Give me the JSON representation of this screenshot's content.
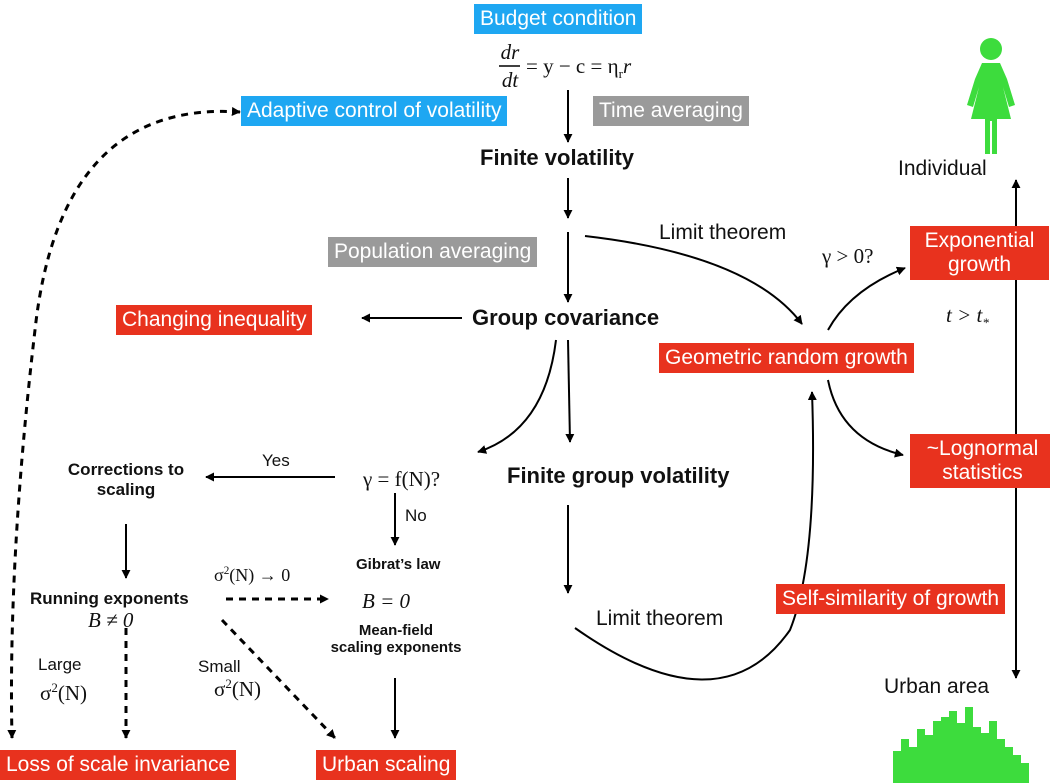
{
  "boxes": {
    "budget_condition": "Budget condition",
    "adaptive_control": "Adaptive control of volatility",
    "time_averaging": "Time averaging",
    "population_averaging": "Population averaging",
    "changing_inequality": "Changing inequality",
    "exponential_growth_1": "Exponential",
    "exponential_growth_2": "growth",
    "geometric_random_growth": "Geometric random growth",
    "lognormal_1": "~Lognormal",
    "lognormal_2": "statistics",
    "self_similarity": "Self-similarity of growth",
    "loss_scale_invariance": "Loss of scale invariance",
    "urban_scaling": "Urban scaling"
  },
  "nodes": {
    "finite_volatility": "Finite volatility",
    "group_covariance": "Group covariance",
    "finite_group_volatility": "Finite group volatility",
    "corrections_1": "Corrections to",
    "corrections_2": "scaling",
    "running_exponents": "Running exponents",
    "gibrats_law": "Gibrat’s law",
    "mean_field_1": "Mean-field",
    "mean_field_2": "scaling exponents",
    "individual": "Individual",
    "urban_area": "Urban area"
  },
  "edge_labels": {
    "limit_theorem_top": "Limit theorem",
    "limit_theorem_bottom": "Limit theorem",
    "yes": "Yes",
    "no": "No",
    "large": "Large",
    "small": "Small"
  },
  "equations": {
    "dr": "dr",
    "dt": "dt",
    "budget_rhs": "= y − c = η",
    "budget_sub": "r",
    "budget_tail": "r",
    "gamma_pos": "γ > 0?",
    "time_cond": "t > t",
    "time_sub": "*",
    "gamma_fn": "γ = f(N)?",
    "b_zero": "B = 0",
    "b_nonzero": "B ≠ 0",
    "sigma": "σ",
    "sq": "2",
    "of_n": "(N)",
    "arrow_zero": " → 0"
  },
  "colors": {
    "blue": "#1ea7f2",
    "red": "#e8321e",
    "gray": "#9a9a9a",
    "green": "#3ddc3d"
  },
  "icons": [
    "person-icon",
    "city-skyline-icon"
  ]
}
